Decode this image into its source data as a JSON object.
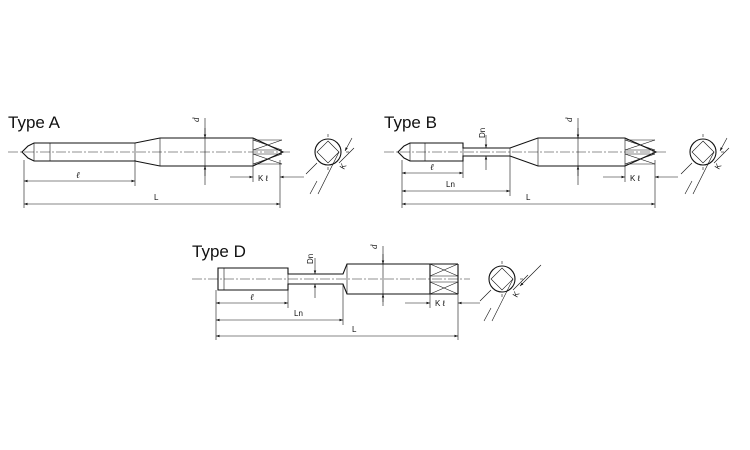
{
  "figure": {
    "type_a": {
      "title": "Type A",
      "labels": {
        "d": "d",
        "l": "ℓ",
        "L": "L",
        "Kl": "K ℓ",
        "K": "K"
      }
    },
    "type_b": {
      "title": "Type B",
      "labels": {
        "d": "d",
        "Dn": "Dn",
        "l": "ℓ",
        "Ln": "Ln",
        "L": "L",
        "Kl": "K ℓ",
        "K": "K"
      }
    },
    "type_d": {
      "title": "Type D",
      "labels": {
        "d": "d",
        "Dn": "Dn",
        "l": "ℓ",
        "Ln": "Ln",
        "L": "L",
        "Kl": "K ℓ",
        "K": "K"
      }
    }
  }
}
